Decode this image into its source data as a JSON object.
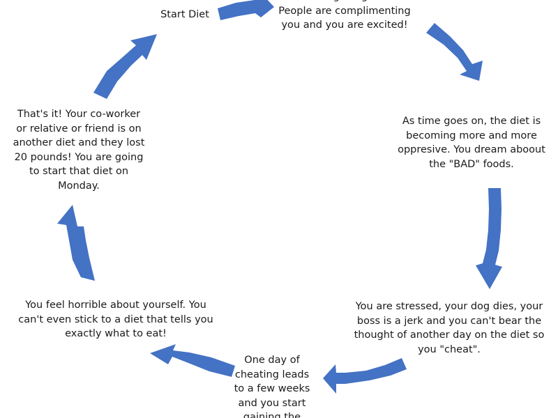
{
  "diagram": {
    "nodes": [
      {
        "id": "start",
        "text": "Start Diet"
      },
      {
        "id": "compliment",
        "text": "Losing Weight!\nPeople are complimenting\nyou and you are excited!"
      },
      {
        "id": "oppressive",
        "text": "As time goes on, the diet is\nbecoming more and more\noppresive. You dream aboout\nthe \"BAD\" foods."
      },
      {
        "id": "stressed",
        "text": "You are stressed, your dog dies, your\nboss is a jerk and you can't bear the\nthought of another day on the diet so\nyou \"cheat\"."
      },
      {
        "id": "cheating",
        "text": "One day of\ncheating leads\nto a few weeks\nand you start\ngaining the\nweight back."
      },
      {
        "id": "horrible",
        "text": "You feel horrible about yourself.  You\ncan't even stick to a diet that tells you\nexactly what to eat!"
      },
      {
        "id": "thats-it",
        "text": "That's it! Your co-worker\nor relative or friend is on\nanother diet and they lost\n20 pounds! You are going\nto start that diet on\nMonday."
      }
    ],
    "arrow_color": "#4472C4"
  }
}
